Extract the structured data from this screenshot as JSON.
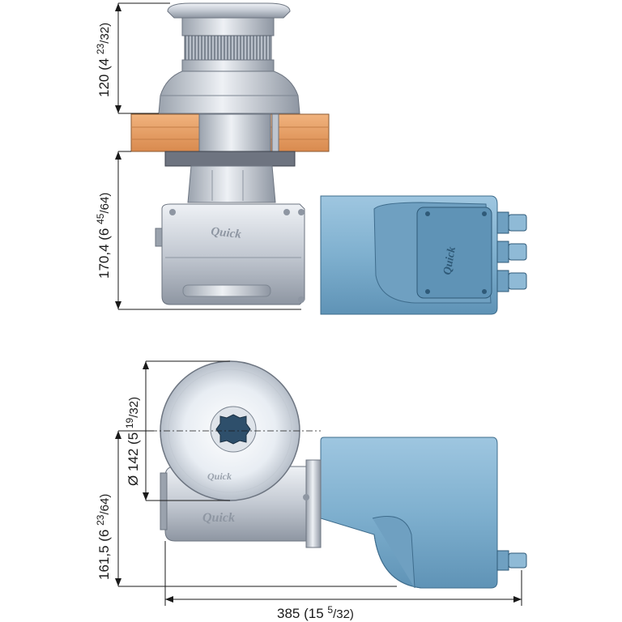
{
  "dimensions": {
    "height_above_deck": {
      "main": "120 (4 ",
      "sup": "23",
      "sub": "/32)"
    },
    "height_below_deck": {
      "main": "170,4 (6 ",
      "sup": "45",
      "sub": "/64)"
    },
    "drum_diameter": {
      "main": "Ø 142 (5 ",
      "sup": "19",
      "sub": "/32)"
    },
    "gearbox_width": {
      "main": "161,5 (6 ",
      "sup": "23",
      "sub": "/64)"
    },
    "overall_length": {
      "main": "385 (15 ",
      "sup": "5",
      "sub": "/32)"
    }
  },
  "brand": {
    "logo_text": "Quick"
  },
  "colors": {
    "motor_blue": "#7fb0cf",
    "deck_wood": "#e9a268",
    "metal_silver": "#c9ced6",
    "dimension_line": "#1a1a1a"
  }
}
